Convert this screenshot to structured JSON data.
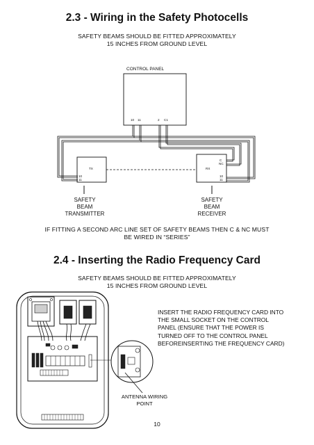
{
  "section_2_3": {
    "title": "2.3 - Wiring in the Safety Photocells",
    "note_line1": "SAFETY BEAMS SHOULD BE FITTED APPROXIMATELY",
    "note_line2": "15 INCHES FROM GROUND LEVEL",
    "control_panel_label": "CONTROL PANEL",
    "terminals": [
      "10",
      "11",
      "2",
      "C1"
    ],
    "tx_label": "TX",
    "tx_terminals": [
      "10",
      "11"
    ],
    "rx_label": "RX",
    "rx_terminals_top": [
      "C",
      "NC"
    ],
    "rx_terminals_bottom": [
      "10",
      "11"
    ],
    "transmitter_label": [
      "SAFETY",
      "BEAM",
      "TRANSMITTER"
    ],
    "receiver_label": [
      "SAFETY",
      "BEAM",
      "RECEIVER"
    ],
    "warning_line1": "IF FITTING A SECOND ARC LINE SET OF SAFETY BEAMS THEN C & NC MUST",
    "warning_line2": "BE WIRED IN “SERIES”"
  },
  "section_2_4": {
    "title": "2.4 - Inserting the Radio Frequency Card",
    "note_line1": "SAFETY BEAMS SHOULD BE FITTED APPROXIMATELY",
    "note_line2": "15 INCHES FROM GROUND LEVEL",
    "instruction_lines": [
      "INSERT THE RADIO FREQUENCY CARD INTO",
      "THE SMALL SOCKET ON THE CONTROL",
      "PANEL (ENSURE THAT THE POWER IS",
      "TURNED OFF TO THE CONTROL PANEL",
      "BEFOREINSERTING THE FREQUENCY CARD)"
    ],
    "antenna_label": [
      "ANTENNA WIRING",
      "POINT"
    ]
  },
  "page_number": "10"
}
